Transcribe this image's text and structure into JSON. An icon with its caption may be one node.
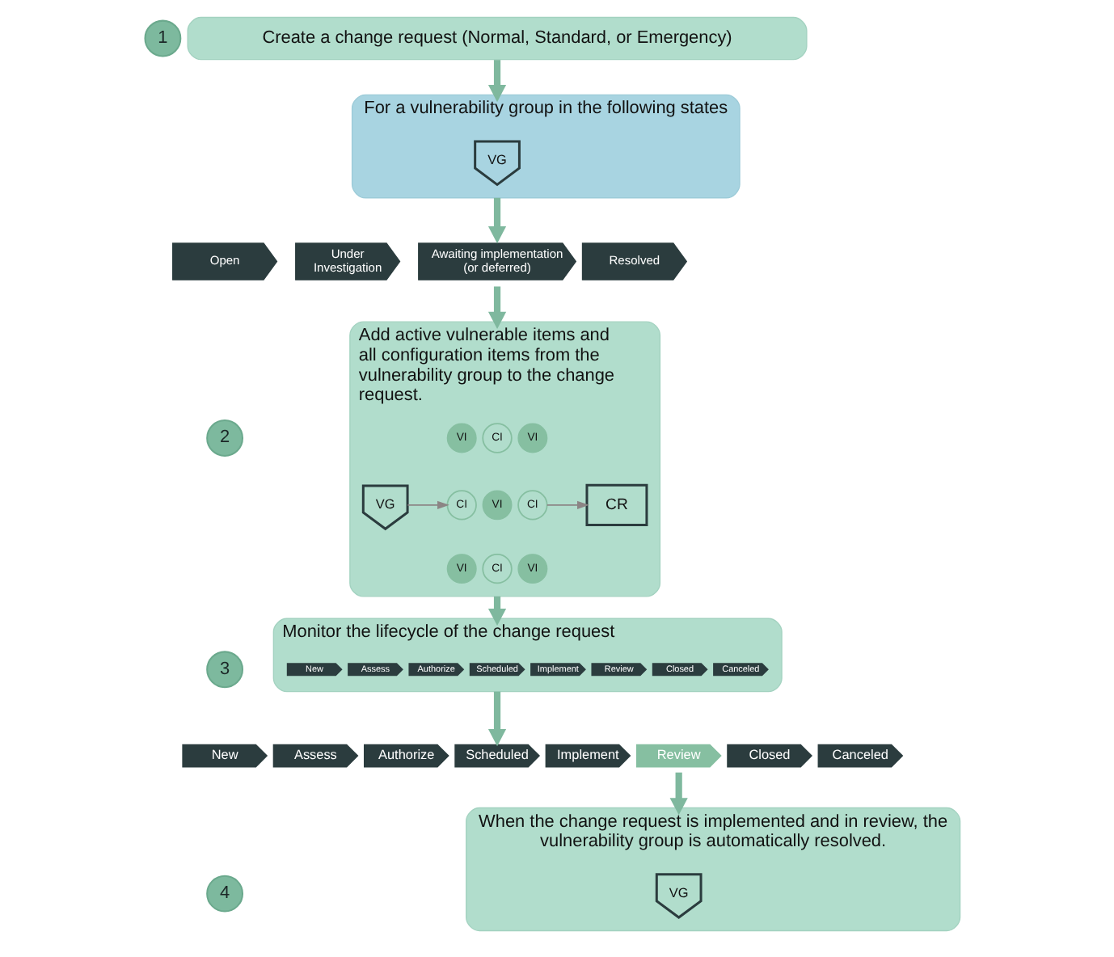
{
  "diagram": {
    "nodes": [
      {
        "text": [
          "1"
        ]
      },
      {
        "text": [
          "Create a change request (Normal, Standard, or Emergency)"
        ]
      },
      {
        "text": [
          "For a vulnerability group in the following states"
        ]
      },
      {
        "text": [
          "VG"
        ],
        "in": 2
      },
      {
        "text": [
          "Open"
        ]
      },
      {
        "text": [
          "Under Investigation"
        ]
      },
      {
        "text": [
          "Awaiting implementation (or deferred)"
        ]
      },
      {
        "text": [
          "Resolved"
        ]
      },
      {
        "text": [
          "2"
        ]
      },
      {
        "text": [
          "Add active vulnerable items and all configuration items from the vulnerability group to the change request."
        ]
      },
      {
        "text": [
          "VG"
        ],
        "in": 9
      },
      {
        "text": [
          "VI"
        ],
        "in": 9
      },
      {
        "text": [
          "CI"
        ],
        "in": 9
      },
      {
        "text": [
          "VI"
        ],
        "in": 9
      },
      {
        "text": [
          "CI"
        ],
        "in": 9
      },
      {
        "text": [
          "VI"
        ],
        "in": 9
      },
      {
        "text": [
          "CI"
        ],
        "in": 9
      },
      {
        "text": [
          "VI"
        ],
        "in": 9
      },
      {
        "text": [
          "CI"
        ],
        "in": 9
      },
      {
        "text": [
          "VI"
        ],
        "in": 9
      },
      {
        "text": [
          "CR"
        ],
        "in": 9
      },
      {
        "text": [
          "3"
        ]
      },
      {
        "text": [
          "Monitor the lifecycle of the change request"
        ]
      },
      {
        "text": [
          "New"
        ],
        "in": 22
      },
      {
        "text": [
          "Assess"
        ],
        "in": 22
      },
      {
        "text": [
          "Authorize"
        ],
        "in": 22
      },
      {
        "text": [
          "Scheduled"
        ],
        "in": 22
      },
      {
        "text": [
          "Implement"
        ],
        "in": 22
      },
      {
        "text": [
          "Review"
        ],
        "in": 22
      },
      {
        "text": [
          "Closed"
        ],
        "in": 22
      },
      {
        "text": [
          "Canceled"
        ],
        "in": 22
      },
      {
        "text": [
          "New"
        ]
      },
      {
        "text": [
          "Assess"
        ]
      },
      {
        "text": [
          "Authorize"
        ]
      },
      {
        "text": [
          "Scheduled"
        ]
      },
      {
        "text": [
          "Implement"
        ]
      },
      {
        "text": [
          "Review"
        ]
      },
      {
        "text": [
          "Closed"
        ]
      },
      {
        "text": [
          "Canceled"
        ]
      },
      {
        "text": [
          "4"
        ]
      },
      {
        "text": [
          "When the change request is implemented and in review, the vulnerability group is automatically resolved."
        ]
      },
      {
        "text": [
          "VG"
        ],
        "in": 40
      }
    ],
    "edges": [
      {
        "from": 1,
        "to": 2,
        "arrow": "to"
      },
      {
        "from": 2,
        "to": 6,
        "arrow": "to"
      },
      {
        "from": 6,
        "to": 9,
        "arrow": "to"
      },
      {
        "from": 10,
        "to": 14,
        "arrow": "to",
        "color": "#8c8585"
      },
      {
        "from": 16,
        "to": 20,
        "arrow": "to",
        "color": "#8c8585"
      },
      {
        "from": 9,
        "to": 22,
        "arrow": "to"
      },
      {
        "from": 22,
        "to": 34,
        "arrow": "to"
      },
      {
        "from": 36,
        "to": 40,
        "arrow": "to"
      }
    ]
  }
}
